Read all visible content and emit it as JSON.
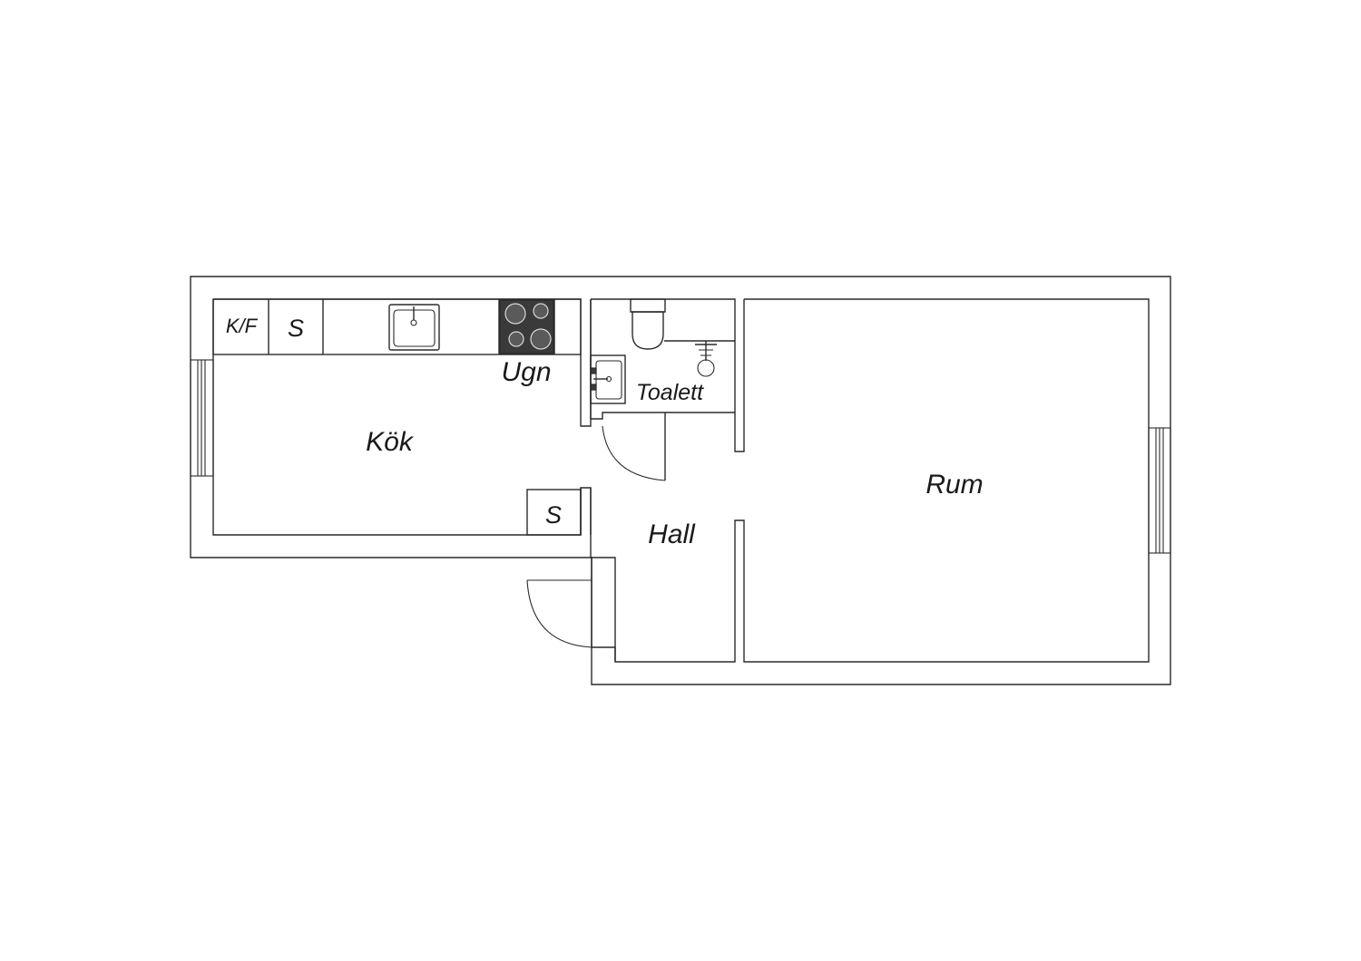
{
  "rooms": {
    "kitchen": "Kök",
    "toilet": "Toalett",
    "hall": "Hall",
    "room": "Rum"
  },
  "fixtures": {
    "fridge_freezer": "K/F",
    "kitchen_closet": "S",
    "oven": "Ugn",
    "hall_closet": "S"
  },
  "colors": {
    "line": "#2a2a2a",
    "background": "#ffffff",
    "stove": "#3a3a3a"
  }
}
